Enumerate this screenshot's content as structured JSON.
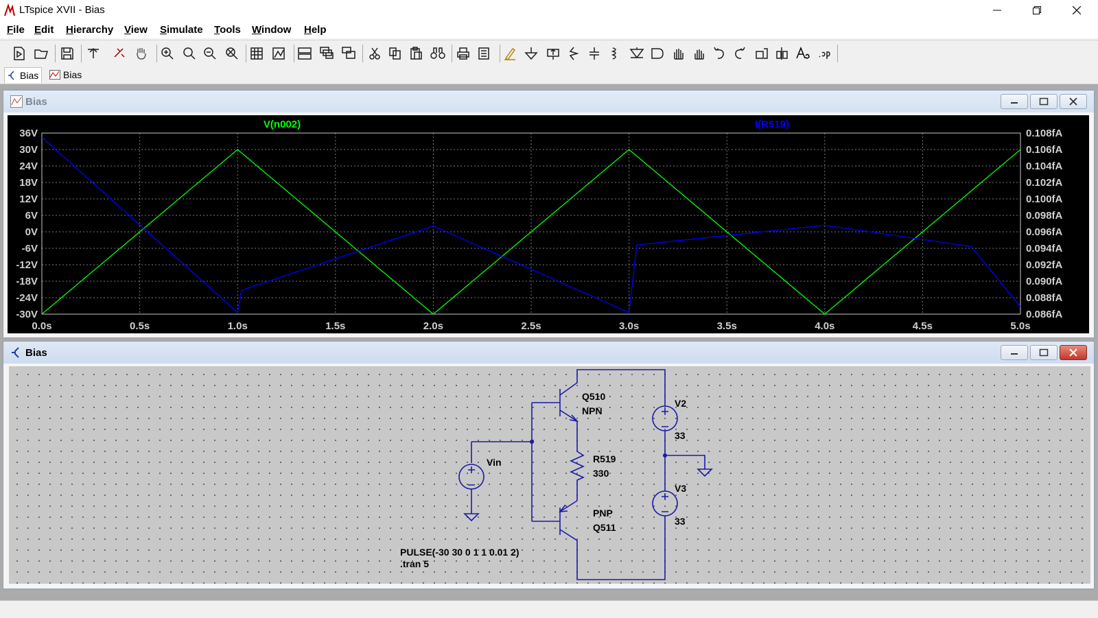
{
  "window": {
    "title": "LTspice XVII - Bias",
    "minimize_icon": "minimize-icon",
    "restore_icon": "restore-icon",
    "close_icon": "close-icon"
  },
  "menu": [
    {
      "label": "File",
      "ul": "F",
      "rest": "ile"
    },
    {
      "label": "Edit",
      "ul": "E",
      "rest": "dit"
    },
    {
      "label": "Hierarchy",
      "ul": "H",
      "rest": "ierarchy"
    },
    {
      "label": "View",
      "ul": "V",
      "rest": "iew"
    },
    {
      "label": "Simulate",
      "ul": "S",
      "rest": "imulate"
    },
    {
      "label": "Tools",
      "ul": "T",
      "rest": "ools"
    },
    {
      "label": "Window",
      "ul": "W",
      "rest": "indow"
    },
    {
      "label": "Help",
      "ul": "H",
      "rest": "elp"
    }
  ],
  "toolbar": [
    "new-schematic-icon",
    "open-icon",
    "save-icon",
    "control-panel-icon",
    "run-icon",
    "halt-icon",
    "zoom-in-icon",
    "zoom-pan-icon",
    "zoom-out-icon",
    "zoom-fit-icon",
    "autorange-icon",
    "grid-icon",
    "tile-horizontal-icon",
    "cascade-icon",
    "tile-vertical-icon",
    "cut-icon",
    "copy-icon",
    "paste-icon",
    "find-icon",
    "print-icon",
    "print-preview-icon",
    "draw-wire-icon",
    "ground-icon",
    "label-net-icon",
    "resistor-icon",
    "capacitor-icon",
    "inductor-icon",
    "diode-icon",
    "component-icon",
    "move-icon",
    "drag-icon",
    "undo-icon",
    "redo-icon",
    "rotate-icon",
    "mirror-icon",
    "text-icon",
    "spice-directive-icon"
  ],
  "tabs": [
    {
      "label": "Bias",
      "icon": "schematic-tab-icon"
    },
    {
      "label": "Bias",
      "icon": "waveform-tab-icon"
    }
  ],
  "plot_window": {
    "title": "Bias"
  },
  "schematic_window": {
    "title": "Bias"
  },
  "chart_data": {
    "type": "line",
    "x": [
      0.0,
      0.5,
      1.0,
      1.5,
      2.0,
      2.5,
      3.0,
      3.5,
      4.0,
      4.5,
      5.0
    ],
    "xlim": [
      0,
      5
    ],
    "x_ticks": [
      "0.0s",
      "0.5s",
      "1.0s",
      "1.5s",
      "2.0s",
      "2.5s",
      "3.0s",
      "3.5s",
      "4.0s",
      "4.5s",
      "5.0s"
    ],
    "left_ticks": [
      "36V",
      "30V",
      "24V",
      "18V",
      "12V",
      "6V",
      "0V",
      "-6V",
      "-12V",
      "-18V",
      "-24V",
      "-30V"
    ],
    "left_ylim": [
      -30,
      36
    ],
    "right_ticks": [
      "0.108fA",
      "0.106fA",
      "0.104fA",
      "0.102fA",
      "0.100fA",
      "0.098fA",
      "0.096fA",
      "0.094fA",
      "0.092fA",
      "0.090fA",
      "0.088fA",
      "0.086fA"
    ],
    "right_ylim": [
      0.086,
      0.108
    ],
    "grid": true,
    "series": [
      {
        "name": "V(n002)",
        "color": "#00ff00",
        "axis": "left",
        "points": [
          [
            0,
            -30
          ],
          [
            1,
            30
          ],
          [
            2,
            -30
          ],
          [
            3,
            30
          ],
          [
            4,
            -30
          ],
          [
            5,
            30
          ]
        ]
      },
      {
        "name": "I(R519)",
        "color": "#0000ff",
        "axis": "right",
        "points": [
          [
            0,
            0.1075
          ],
          [
            1.0,
            0.0862
          ],
          [
            1.02,
            0.0889
          ],
          [
            2.0,
            0.0967
          ],
          [
            3.0,
            0.0862
          ],
          [
            3.04,
            0.0944
          ],
          [
            4.0,
            0.0968
          ],
          [
            4.75,
            0.0942
          ],
          [
            5.0,
            0.0869
          ]
        ]
      }
    ]
  },
  "schematic": {
    "q510_name": "Q510",
    "q510_type": "NPN",
    "r519_name": "R519",
    "r519_value": "330",
    "q511_type": "PNP",
    "q511_name": "Q511",
    "vin_name": "Vin",
    "v2_name": "V2",
    "v2_value": "33",
    "v3_name": "V3",
    "v3_value": "33",
    "pulse_directive": "PULSE(-30 30 0 1 1 0.01 2)",
    "tran_directive": ".tran 5"
  }
}
